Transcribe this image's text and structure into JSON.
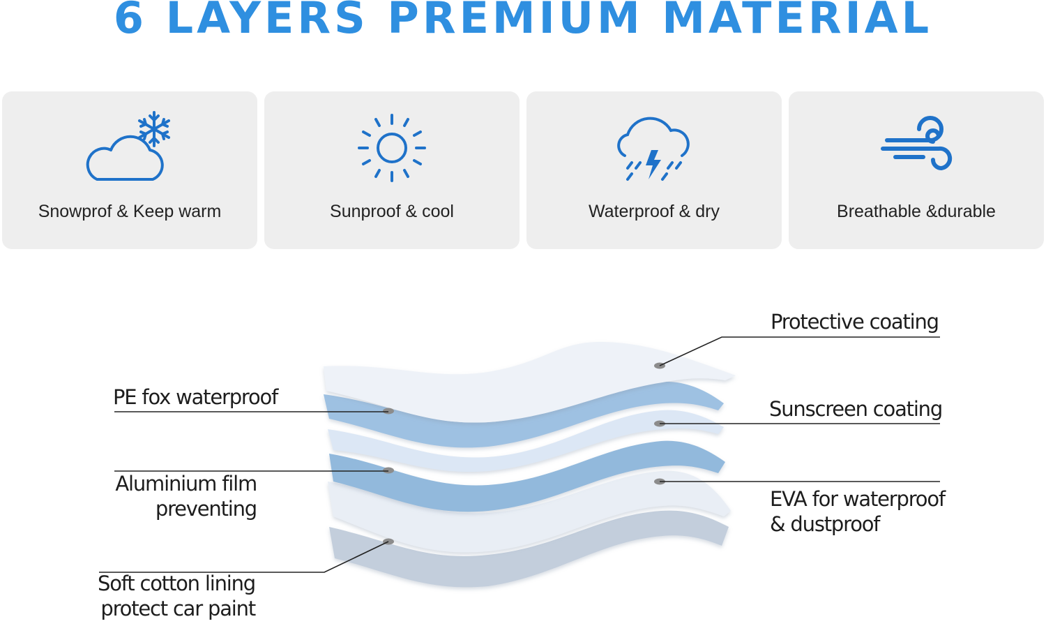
{
  "title": "6 LAYERS PREMIUM MATERIAL",
  "accent_color": "#2f8fe0",
  "features": [
    {
      "icon": "cloud-snowflake-icon",
      "label": "Snowprof & Keep warm"
    },
    {
      "icon": "sun-icon",
      "label": "Sunproof & cool"
    },
    {
      "icon": "storm-cloud-icon",
      "label": "Waterproof & dry"
    },
    {
      "icon": "wind-icon",
      "label": "Breathable &durable"
    }
  ],
  "layers_left": [
    {
      "lines": [
        "PE fox waterproof"
      ]
    },
    {
      "lines": [
        "Aluminium film",
        "preventing"
      ]
    },
    {
      "lines": [
        "Soft cotton lining",
        "protect car paint"
      ]
    }
  ],
  "layers_right": [
    {
      "lines": [
        "Protective coating"
      ]
    },
    {
      "lines": [
        "Sunscreen coating"
      ]
    },
    {
      "lines": [
        "EVA for waterproof",
        "& dustproof"
      ]
    }
  ]
}
